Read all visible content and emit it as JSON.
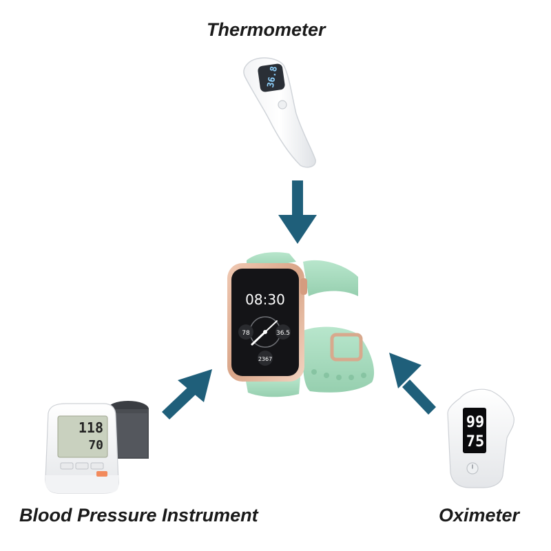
{
  "labels": {
    "thermometer": "Thermometer",
    "blood_pressure": "Blood Pressure Instrument",
    "oximeter": "Oximeter"
  },
  "devices": {
    "thermometer_reading": "36.8",
    "watch_time": "08:30",
    "watch_left_dial": "78",
    "watch_right_dial": "36.5",
    "watch_bottom_dial": "2367",
    "bp_systolic": "118",
    "bp_diastolic": "70",
    "oximeter_spo2": "99",
    "oximeter_pulse": "75"
  },
  "colors": {
    "arrow": "#1f5f7a",
    "watch_band": "#a9dcc0",
    "watch_case": "#e3b39a",
    "label_text": "#1a1a1a"
  }
}
